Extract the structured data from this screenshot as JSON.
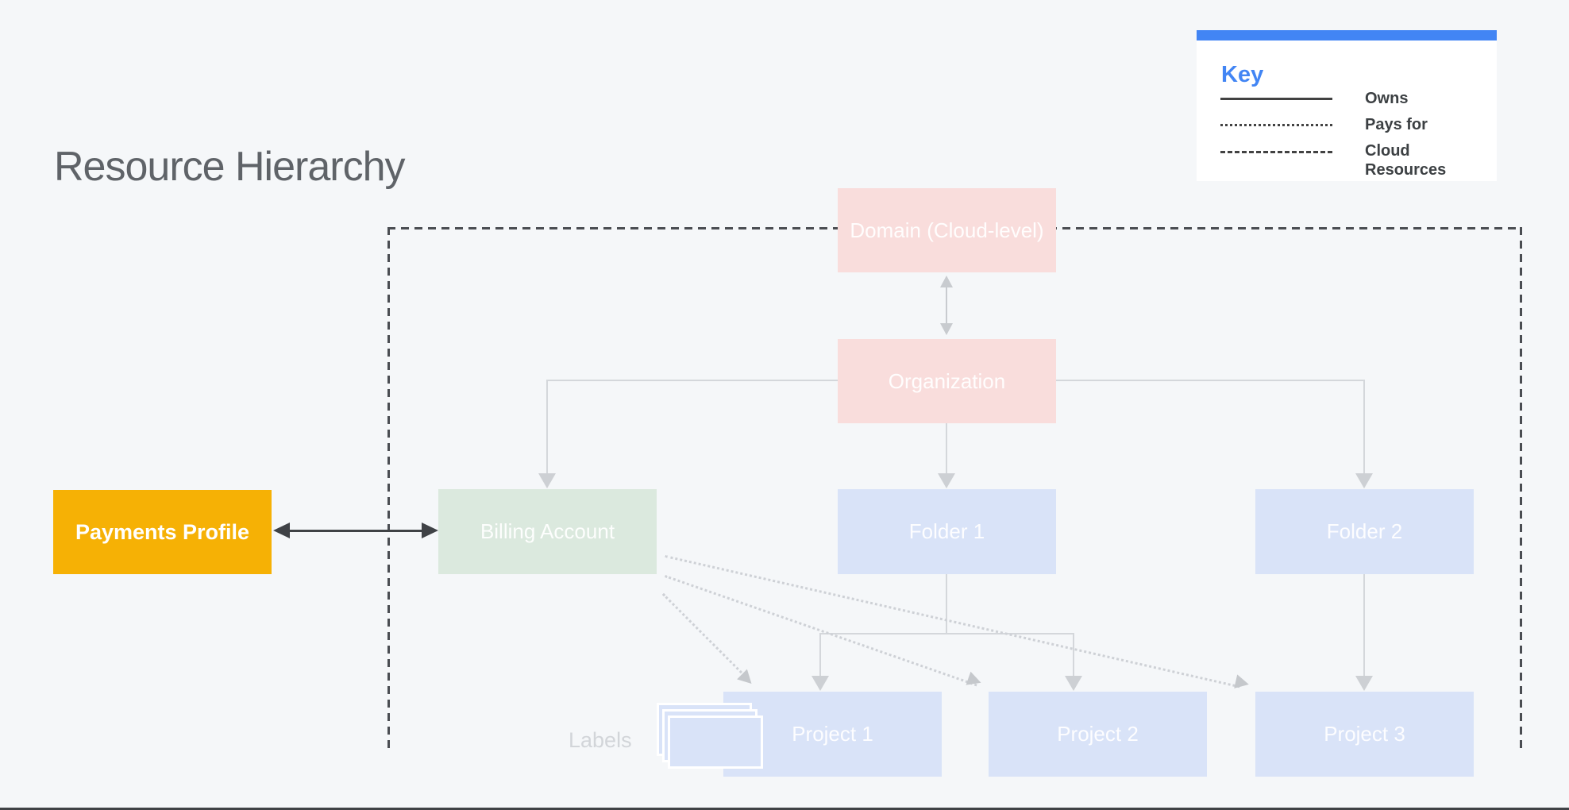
{
  "title": "Resource Hierarchy",
  "legend": {
    "heading": "Key",
    "items": [
      {
        "style": "solid",
        "label": "Owns"
      },
      {
        "style": "dotted",
        "label": "Pays for"
      },
      {
        "style": "dashed",
        "label": "Cloud Resources"
      }
    ]
  },
  "nodes": {
    "domain": {
      "label": "Domain (Cloud-level)",
      "color": "#f9dddc"
    },
    "organization": {
      "label": "Organization",
      "color": "#f9dddc"
    },
    "billing_account": {
      "label": "Billing Account",
      "color": "#dbe9de"
    },
    "folder1": {
      "label": "Folder 1",
      "color": "#d9e3f8"
    },
    "folder2": {
      "label": "Folder 2",
      "color": "#d9e3f8"
    },
    "project1": {
      "label": "Project 1",
      "color": "#d9e3f8"
    },
    "project2": {
      "label": "Project 2",
      "color": "#d9e3f8"
    },
    "project3": {
      "label": "Project 3",
      "color": "#d9e3f8"
    },
    "payments_profile": {
      "label": "Payments Profile",
      "color": "#f6b105"
    }
  },
  "annotations": {
    "labels_caption": "Labels"
  },
  "colors": {
    "background": "#f5f7f9",
    "accent_blue": "#4285f4",
    "title_gray": "#5f6368",
    "node_pink": "#f9dddc",
    "node_green": "#dbe9de",
    "node_blue": "#d9e3f8",
    "node_amber": "#f6b105",
    "dark_line": "#3f4246",
    "light_line": "#d4d7db",
    "dashed_boundary": "#4a4d52"
  }
}
